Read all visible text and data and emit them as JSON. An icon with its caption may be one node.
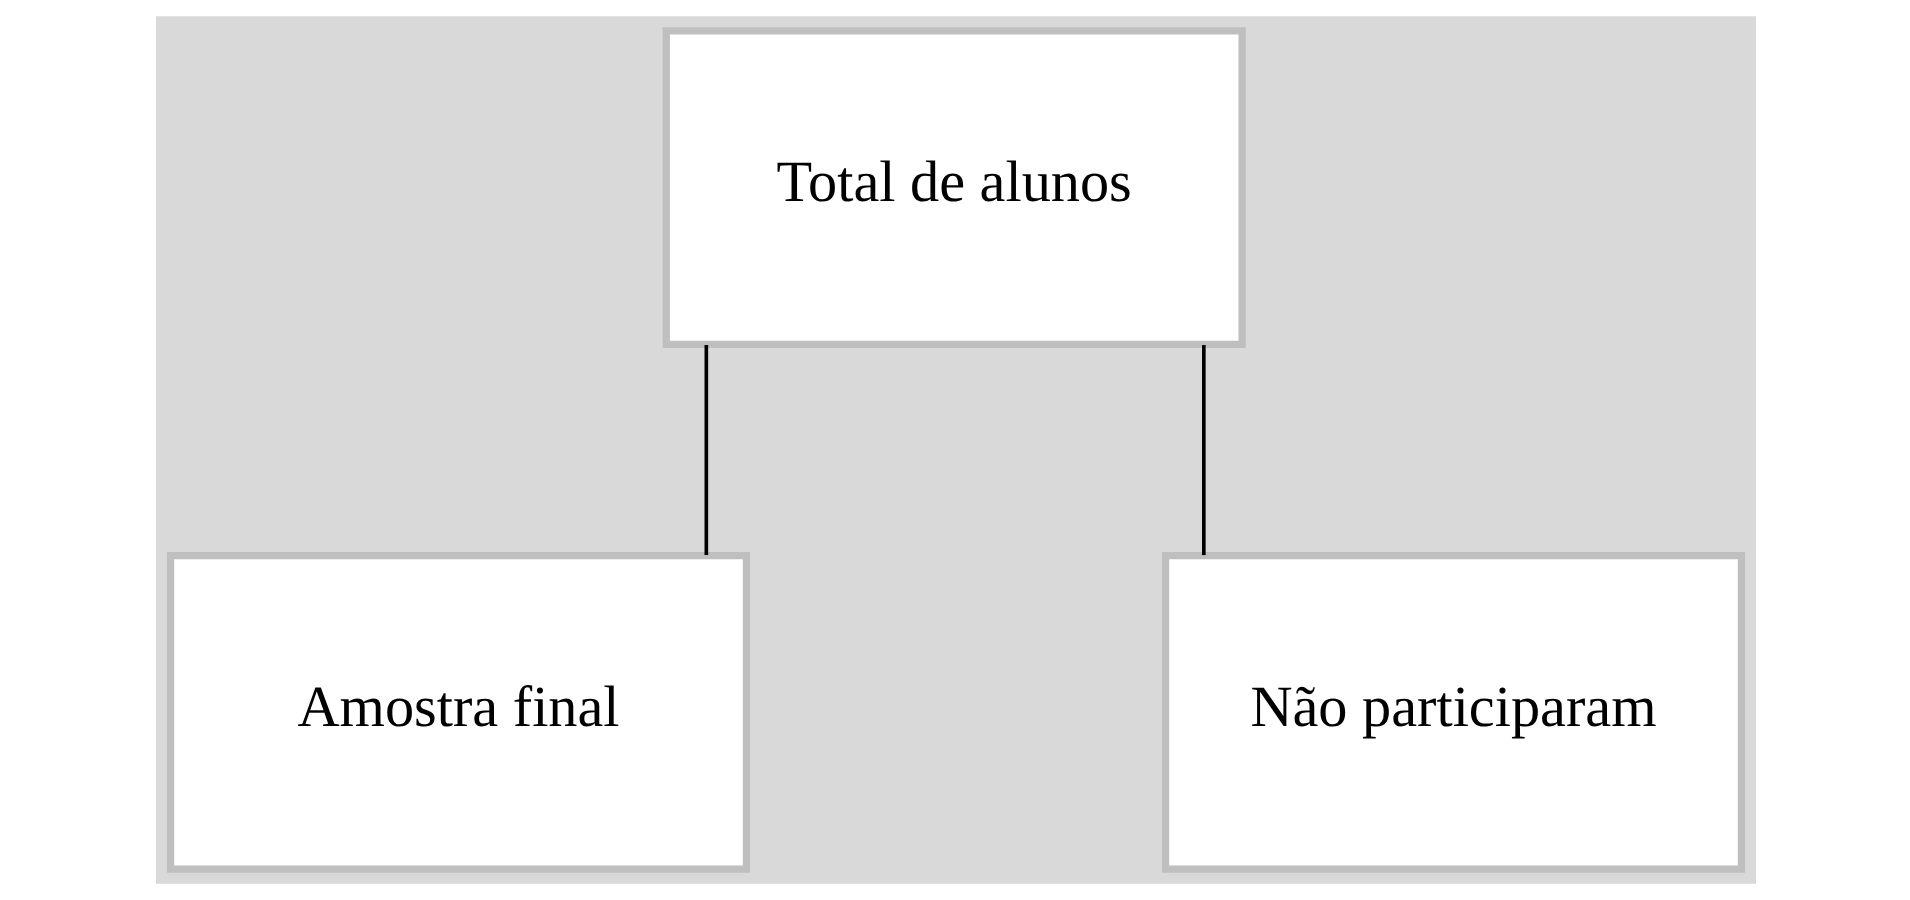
{
  "diagram": {
    "nodes": [
      {
        "text": [
          "Total de alunos"
        ]
      },
      {
        "text": [
          "Amostra final"
        ]
      },
      {
        "text": [
          "Não participaram"
        ]
      }
    ],
    "edges": [
      {
        "from": 0,
        "to": 1,
        "arrow": "none"
      },
      {
        "from": 0,
        "to": 2,
        "arrow": "none"
      }
    ]
  }
}
